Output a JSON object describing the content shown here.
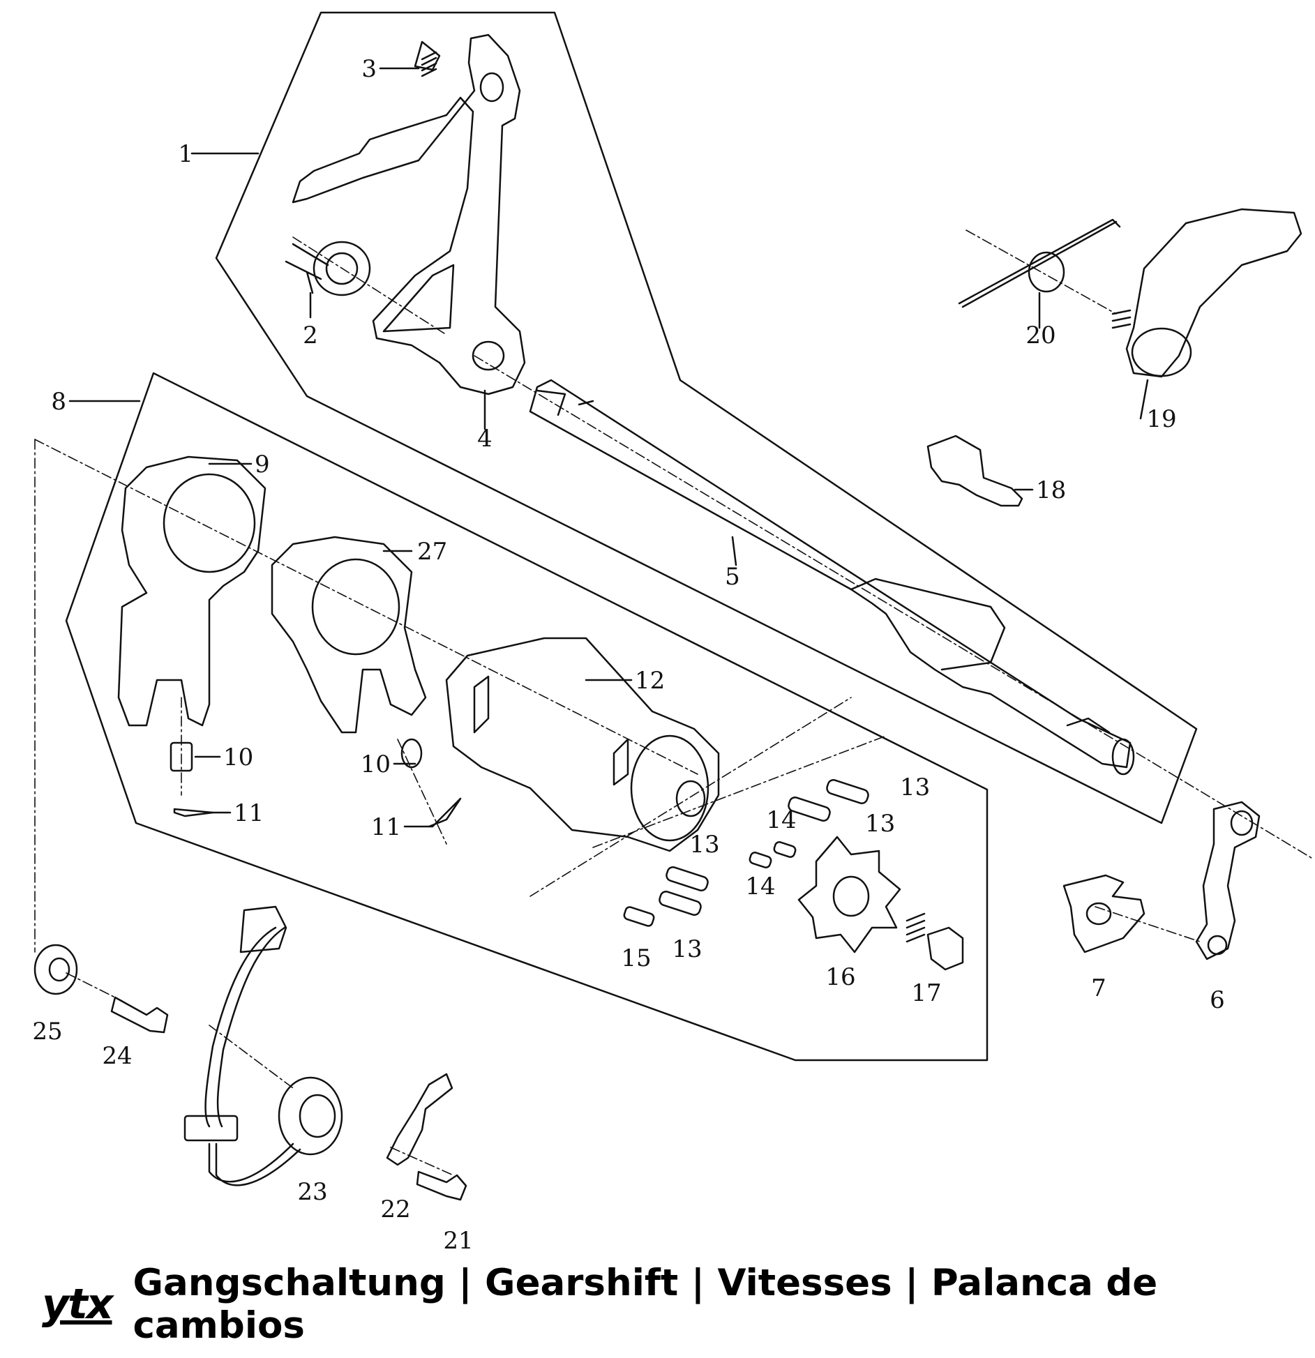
{
  "caption": {
    "logo": "ytx",
    "title": "Gangschaltung | Gearshift | Vitesses | Palanca de cambios"
  },
  "callouts": [
    "1",
    "2",
    "3",
    "4",
    "5",
    "6",
    "7",
    "8",
    "9",
    "10",
    "10",
    "11",
    "11",
    "12",
    "13",
    "13",
    "13",
    "13",
    "14",
    "14",
    "15",
    "16",
    "17",
    "18",
    "19",
    "20",
    "21",
    "22",
    "23",
    "24",
    "25",
    "27"
  ],
  "colors": {
    "line": "#111111",
    "background": "#ffffff"
  }
}
